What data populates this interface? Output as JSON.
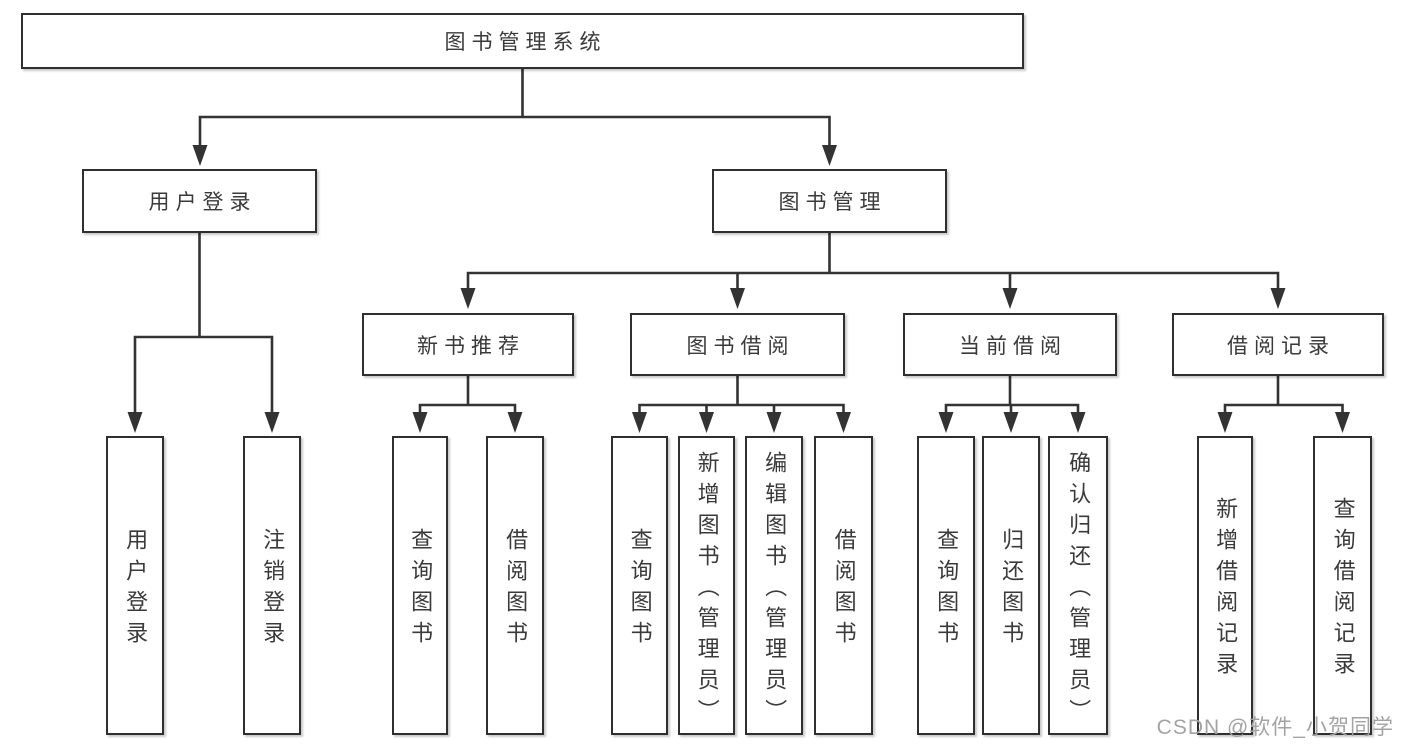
{
  "tree": {
    "label": "图书管理系统",
    "children": [
      {
        "label": "用户登录",
        "children": [
          {
            "label": "用户登录"
          },
          {
            "label": "注销登录"
          }
        ]
      },
      {
        "label": "图书管理",
        "children": [
          {
            "label": "新书推荐",
            "children": [
              {
                "label": "查询图书"
              },
              {
                "label": "借阅图书"
              }
            ]
          },
          {
            "label": "图书借阅",
            "children": [
              {
                "label": "查询图书"
              },
              {
                "label": "新增图书（管理员）"
              },
              {
                "label": "编辑图书（管理员）"
              },
              {
                "label": "借阅图书"
              }
            ]
          },
          {
            "label": "当前借阅",
            "children": [
              {
                "label": "查询图书"
              },
              {
                "label": "归还图书"
              },
              {
                "label": "确认归还（管理员）"
              }
            ]
          },
          {
            "label": "借阅记录",
            "children": [
              {
                "label": "新增借阅记录"
              },
              {
                "label": "查询借阅记录"
              }
            ]
          }
        ]
      }
    ]
  },
  "watermark": {
    "text": "CSDN @软件_小贺同学"
  },
  "colors": {
    "line": "#333333",
    "box_border": "#2f2f2f",
    "text": "#3a3a3a",
    "watermark_text": "#a3a3a3",
    "background": "#ffffff"
  }
}
